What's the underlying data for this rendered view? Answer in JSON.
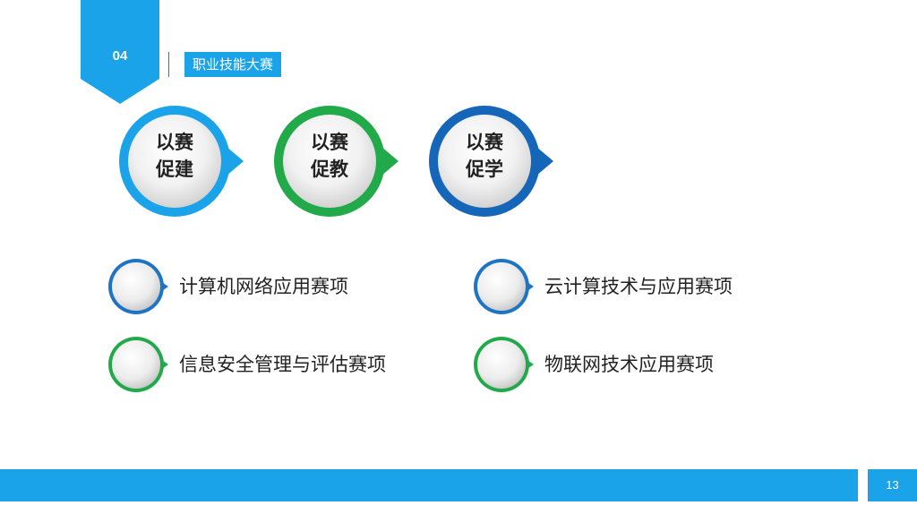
{
  "header": {
    "section_number": "04",
    "section_title": "职业技能大赛"
  },
  "colors": {
    "light_blue": "#1aa3e8",
    "green": "#22a94a",
    "dark_blue": "#1565b8",
    "item_blue": "#1e74c4"
  },
  "bubbles": [
    {
      "line1": "以赛",
      "line2": "促建",
      "color": "light_blue"
    },
    {
      "line1": "以赛",
      "line2": "促教",
      "color": "green"
    },
    {
      "line1": "以赛",
      "line2": "促学",
      "color": "dark_blue"
    }
  ],
  "items": [
    {
      "label": "计算机网络应用赛项",
      "color": "item_blue"
    },
    {
      "label": "云计算技术与应用赛项",
      "color": "item_blue"
    },
    {
      "label": "信息安全管理与评估赛项",
      "color": "green"
    },
    {
      "label": "物联网技术应用赛项",
      "color": "green"
    }
  ],
  "footer": {
    "page_number": "13"
  }
}
